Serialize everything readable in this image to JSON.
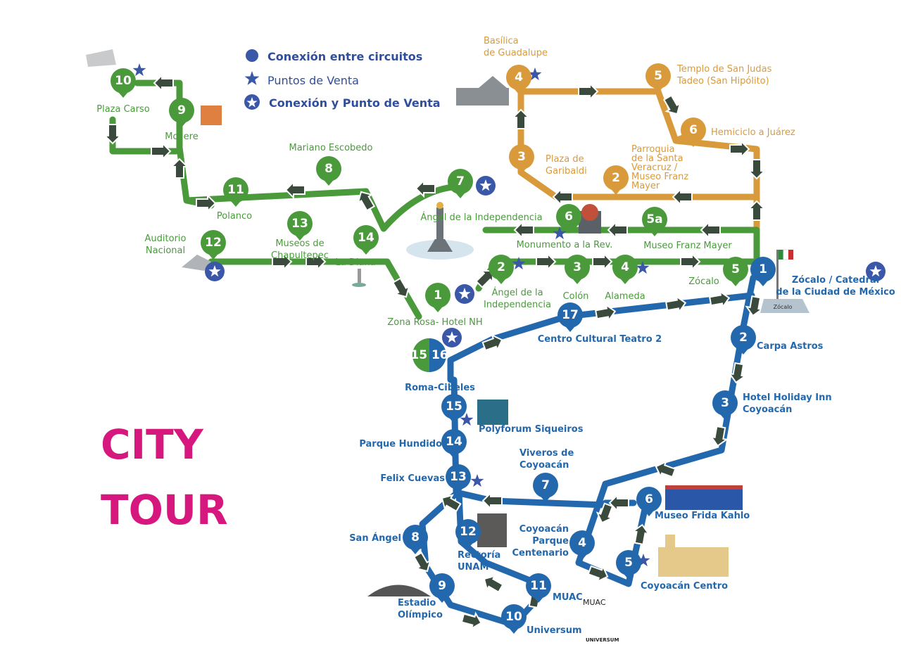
{
  "colors": {
    "green": "#4a9a3c",
    "orange": "#d99a3c",
    "blue": "#2368ad",
    "title": "#d6187e",
    "legend": "#3b57a8"
  },
  "title": {
    "line1": "CITY",
    "line2": "TOUR"
  },
  "legend": [
    {
      "icon": "circle-icon",
      "label": "Conexión entre circuitos"
    },
    {
      "icon": "star-icon",
      "label": "Puntos de Venta"
    },
    {
      "icon": "star-circle-icon",
      "label": "Conexión y Punto de Venta"
    }
  ],
  "routes": {
    "green": [
      {
        "num": "1",
        "label": [
          "Zona Rosa- Hotel NH"
        ]
      },
      {
        "num": "2",
        "label": [
          "Ángel de la",
          "Independencia"
        ]
      },
      {
        "num": "3",
        "label": [
          "Colón"
        ]
      },
      {
        "num": "4",
        "label": [
          "Alameda"
        ]
      },
      {
        "num": "5",
        "label": [
          "Zócalo"
        ]
      },
      {
        "num": "5a",
        "label": [
          "Museo Franz Mayer"
        ]
      },
      {
        "num": "6",
        "label": [
          "Monumento a la Rev."
        ]
      },
      {
        "num": "7",
        "label": [
          "Ángel de la Independencia"
        ]
      },
      {
        "num": "8",
        "label": [
          "Mariano Escobedo"
        ]
      },
      {
        "num": "9",
        "label": [
          "Moliere"
        ]
      },
      {
        "num": "10",
        "label": [
          "Plaza Carso"
        ]
      },
      {
        "num": "11",
        "label": [
          "Polanco"
        ]
      },
      {
        "num": "12",
        "label": [
          "Auditorio",
          "Nacional"
        ]
      },
      {
        "num": "13",
        "label": [
          "Museos de",
          "Chapultepec"
        ]
      },
      {
        "num": "14",
        "label": [
          "La Diana"
        ]
      }
    ],
    "orange": [
      {
        "num": "2",
        "label": [
          "Parroquia",
          "de la Santa",
          "Veracruz /",
          "Museo Franz",
          "Mayer"
        ]
      },
      {
        "num": "3",
        "label": [
          "Plaza de",
          "Garibaldi"
        ]
      },
      {
        "num": "4",
        "label": [
          "Basílica",
          "de Guadalupe"
        ]
      },
      {
        "num": "5",
        "label": [
          "Templo de San Judas",
          "Tadeo (San Hipólito)"
        ]
      },
      {
        "num": "6",
        "label": [
          "Hemiciclo a Juárez"
        ]
      }
    ],
    "blue": [
      {
        "num": "1",
        "label": [
          "Zócalo / Catedral",
          "de la Ciudad de México"
        ]
      },
      {
        "num": "2",
        "label": [
          "Carpa Astros"
        ]
      },
      {
        "num": "3",
        "label": [
          "Hotel Holiday Inn",
          "Coyoacán"
        ]
      },
      {
        "num": "4",
        "label": [
          "Coyoacán",
          "Parque",
          "Centenario"
        ]
      },
      {
        "num": "5",
        "label": [
          "Coyoacán Centro"
        ]
      },
      {
        "num": "6",
        "label": [
          "Museo Frida Kahlo"
        ]
      },
      {
        "num": "7",
        "label": [
          "Viveros de",
          "Coyoacán"
        ]
      },
      {
        "num": "8",
        "label": [
          "San Ángel"
        ]
      },
      {
        "num": "9",
        "label": [
          "Estadio",
          "Olímpico"
        ]
      },
      {
        "num": "10",
        "label": [
          "Universum"
        ]
      },
      {
        "num": "11",
        "label": [
          "MUAC"
        ]
      },
      {
        "num": "12",
        "label": [
          "Rectoría",
          "UNAM"
        ]
      },
      {
        "num": "13",
        "label": [
          "Felix Cuevas"
        ]
      },
      {
        "num": "14",
        "label": [
          "Parque Hundido"
        ]
      },
      {
        "num": "15",
        "label": [
          "Polyforum Siqueiros"
        ]
      },
      {
        "num": "15 16",
        "label": [
          "Roma-Cibeles"
        ]
      },
      {
        "num": "17",
        "label": [
          "Centro Cultural Teatro 2"
        ]
      }
    ]
  },
  "logos": {
    "zocalo_sign": "Zócalo",
    "muac": "MUAC",
    "universum": "UNIVERSUM"
  }
}
